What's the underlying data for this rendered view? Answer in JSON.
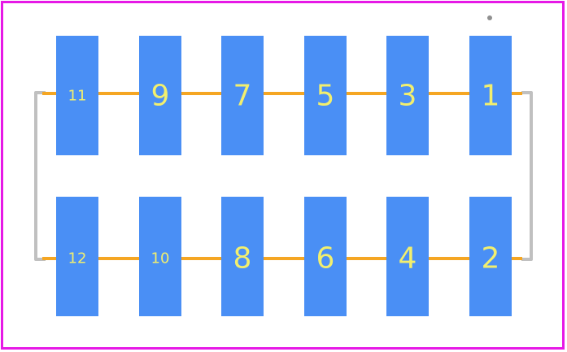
{
  "colors": {
    "background": "#ffffff",
    "outline": "#e619e6",
    "pad": "#4a8ff5",
    "trace": "#f5a623",
    "courtyard": "#c0c0c0",
    "label": "#f2ef6e",
    "marker": "#909090"
  },
  "top_row": {
    "pads": [
      {
        "label": "11"
      },
      {
        "label": "9"
      },
      {
        "label": "7"
      },
      {
        "label": "5"
      },
      {
        "label": "3"
      },
      {
        "label": "1"
      }
    ]
  },
  "bottom_row": {
    "pads": [
      {
        "label": "12"
      },
      {
        "label": "10"
      },
      {
        "label": "8"
      },
      {
        "label": "6"
      },
      {
        "label": "4"
      },
      {
        "label": "2"
      }
    ]
  }
}
